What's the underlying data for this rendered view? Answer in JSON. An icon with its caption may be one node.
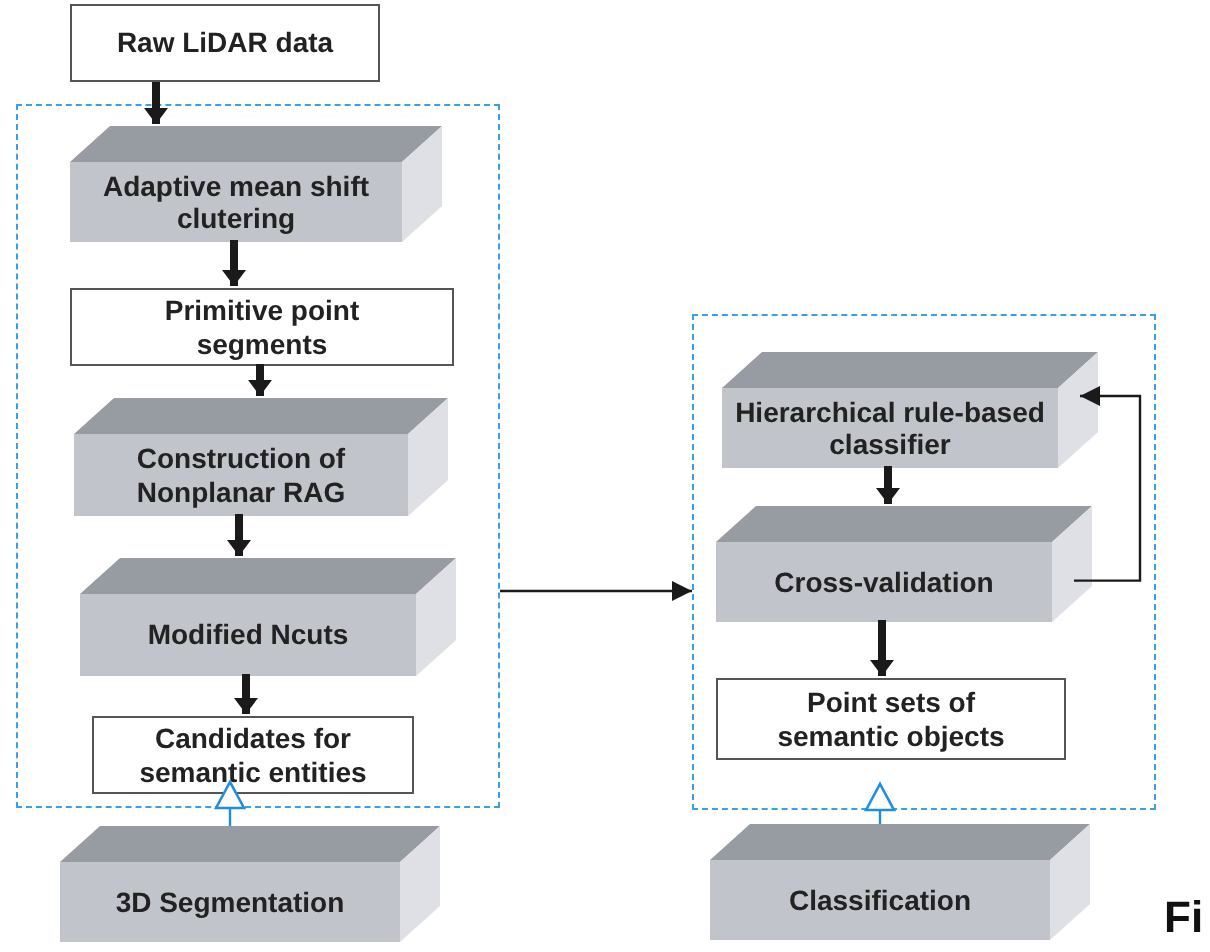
{
  "diagram": {
    "nodes": [
      {
        "text": [
          "Raw LiDAR data"
        ]
      },
      {
        "text": [],
        "shape": "box"
      },
      {
        "text": [
          "Adaptive mean shift clutering"
        ],
        "in": 1
      },
      {
        "text": [
          "Primitive point segments"
        ],
        "in": 1
      },
      {
        "text": [
          "Construction of Nonplanar RAG"
        ],
        "in": 1
      },
      {
        "text": [
          "Modified Ncuts"
        ],
        "in": 1
      },
      {
        "text": [
          "Candidates for semantic entities"
        ],
        "in": 1
      },
      {
        "text": [
          "3D Segmentation"
        ]
      },
      {
        "text": [],
        "shape": "box"
      },
      {
        "text": [
          "Hierarchical rule-based classifier"
        ],
        "in": 8
      },
      {
        "text": [
          "Cross-validation"
        ],
        "in": 8
      },
      {
        "text": [
          "Point sets of semantic objects"
        ],
        "in": 8
      },
      {
        "text": [
          "Classification"
        ]
      }
    ],
    "edges": [
      {
        "from": 0,
        "to": 2,
        "arrow": "to"
      },
      {
        "from": 2,
        "to": 3,
        "arrow": "to"
      },
      {
        "from": 3,
        "to": 4,
        "arrow": "to"
      },
      {
        "from": 4,
        "to": 5,
        "arrow": "to"
      },
      {
        "from": 5,
        "to": 6,
        "arrow": "to"
      },
      {
        "from": 1,
        "to": 8,
        "arrow": "to"
      },
      {
        "from": 9,
        "to": 10,
        "arrow": "to"
      },
      {
        "from": 10,
        "to": 9,
        "arrow": "to"
      },
      {
        "from": 10,
        "to": 11,
        "arrow": "to"
      },
      {
        "from": 7,
        "to": 1,
        "arrow": "to",
        "color": "#1e8fe0"
      },
      {
        "from": 12,
        "to": 8,
        "arrow": "to",
        "color": "#1e8fe0"
      }
    ],
    "labels": [
      "Fi"
    ]
  }
}
